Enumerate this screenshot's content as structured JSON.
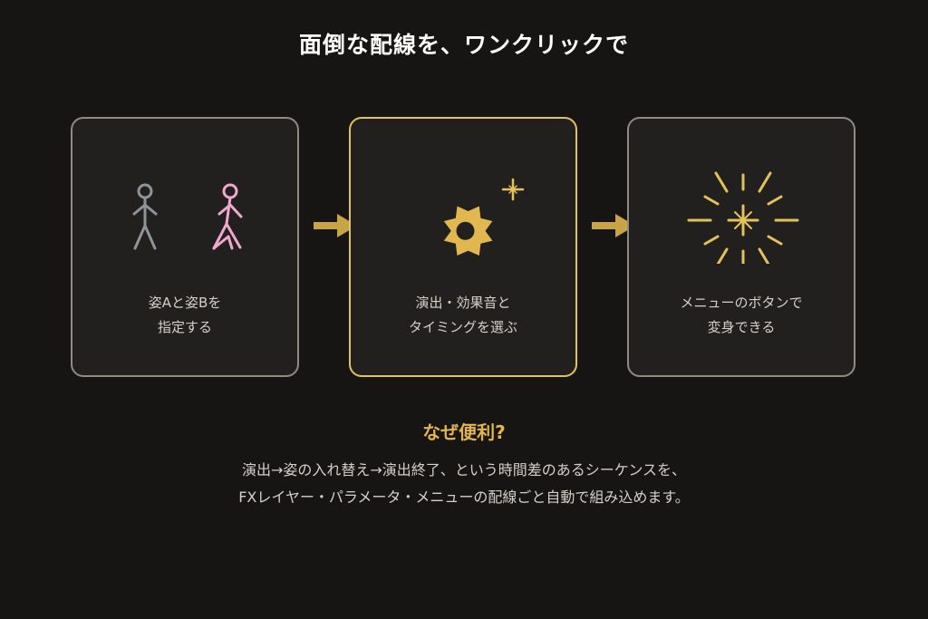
{
  "title": "面倒な配線を、ワンクリックで",
  "colors": {
    "background": "#161514",
    "card": "#22201e",
    "border": "#8f8a82",
    "accent": "#e3c15b",
    "arrow": "#c9a445",
    "figure_a": "#8f949a",
    "figure_b": "#f0a8cf"
  },
  "steps": [
    {
      "icon": "two-figures-icon",
      "lines": [
        "姿Aと姿Bを",
        "指定する"
      ],
      "highlighted": false
    },
    {
      "icon": "gear-sparkle-icon",
      "lines": [
        "演出・効果音と",
        "タイミングを選ぶ"
      ],
      "highlighted": true
    },
    {
      "icon": "burst-icon",
      "lines": [
        "メニューのボタンで",
        "変身できる"
      ],
      "highlighted": false
    }
  ],
  "why": {
    "heading": "なぜ便利?",
    "lines": [
      "演出→姿の入れ替え→演出終了、という時間差のあるシーケンスを、",
      "FXレイヤー・パラメータ・メニューの配線ごと自動で組み込めます。"
    ]
  }
}
